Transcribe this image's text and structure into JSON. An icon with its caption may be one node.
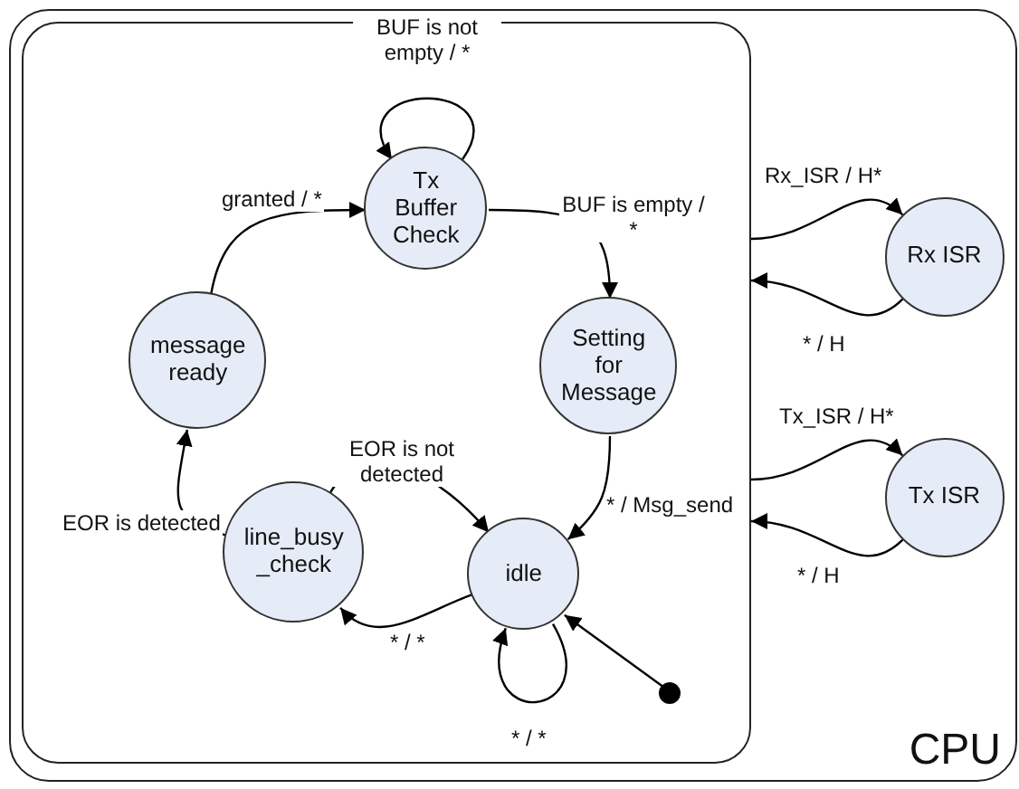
{
  "diagram": {
    "nodes": [
      {
        "text": [
          "CPU"
        ]
      },
      {
        "text": [],
        "shape": "box",
        "in": 0
      },
      {
        "text": [
          "Tx Buffer Check"
        ],
        "in": 1
      },
      {
        "text": [
          "message ready"
        ],
        "in": 1
      },
      {
        "text": [
          "Setting for Message"
        ],
        "in": 1
      },
      {
        "text": [
          "line_busy _check"
        ],
        "in": 1
      },
      {
        "text": [
          "idle"
        ],
        "in": 1
      },
      {
        "text": [],
        "shape": "circle",
        "in": 1
      },
      {
        "text": [
          "Rx ISR"
        ],
        "in": 0
      },
      {
        "text": [
          "Tx ISR"
        ],
        "in": 0
      }
    ],
    "edges": [
      {
        "from": 2,
        "to": 2,
        "arrow": "to",
        "label": "BUF is not empty / *"
      },
      {
        "from": 3,
        "to": 2,
        "arrow": "to",
        "label": "granted / *"
      },
      {
        "from": 2,
        "to": 4,
        "arrow": "to",
        "label": "BUF is empty / *"
      },
      {
        "from": 4,
        "to": 6,
        "arrow": "to",
        "label": "* / Msg_send"
      },
      {
        "from": 5,
        "to": 6,
        "arrow": "to",
        "label": "EOR is not detected"
      },
      {
        "from": 6,
        "to": 5,
        "arrow": "to",
        "label": "* / *"
      },
      {
        "from": 5,
        "to": 3,
        "arrow": "to",
        "label": "EOR is detected"
      },
      {
        "from": 6,
        "to": 6,
        "arrow": "to",
        "label": "* / *"
      },
      {
        "from": 7,
        "to": 6,
        "arrow": "to"
      },
      {
        "from": 1,
        "to": 8,
        "arrow": "to",
        "label": "Rx_ISR / H*"
      },
      {
        "from": 8,
        "to": 1,
        "arrow": "to",
        "label": "* / H"
      },
      {
        "from": 1,
        "to": 9,
        "arrow": "to",
        "label": "Tx_ISR / H*"
      },
      {
        "from": 9,
        "to": 1,
        "arrow": "to",
        "label": "* / H"
      }
    ]
  }
}
